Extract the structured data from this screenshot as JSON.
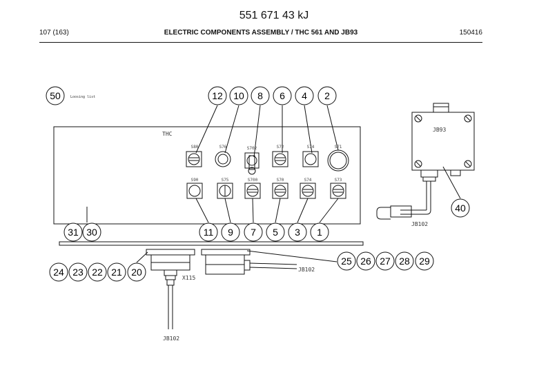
{
  "header": {
    "doc_number": "551 671 43 kJ",
    "page": "107 (163)",
    "title": "ELECTRIC COMPONENTS ASSEMBLY / THC 561 AND JB93",
    "date_code": "150416"
  },
  "diagram": {
    "panel_label": "THC",
    "jb_label": "JB93",
    "x115_label": "X115",
    "jb102_labels": [
      "JB102",
      "JB102",
      "JB102"
    ],
    "small_note": "Loosing list",
    "top_switch_labels": [
      "S80",
      "S76",
      "S702",
      "S72",
      "S74",
      "S71"
    ],
    "bottom_switch_labels": [
      "S90",
      "S75",
      "S700",
      "S70",
      "S74",
      "S73"
    ],
    "callouts": {
      "c50": "50",
      "c12": "12",
      "c10": "10",
      "c8": "8",
      "c6": "6",
      "c4": "4",
      "c2": "2",
      "c40": "40",
      "c31": "31",
      "c30": "30",
      "c11": "11",
      "c9": "9",
      "c7": "7",
      "c5": "5",
      "c3": "3",
      "c1": "1",
      "c25": "25",
      "c26": "26",
      "c27": "27",
      "c28": "28",
      "c29": "29",
      "c24": "24",
      "c23": "23",
      "c22": "22",
      "c21": "21",
      "c20": "20"
    }
  }
}
